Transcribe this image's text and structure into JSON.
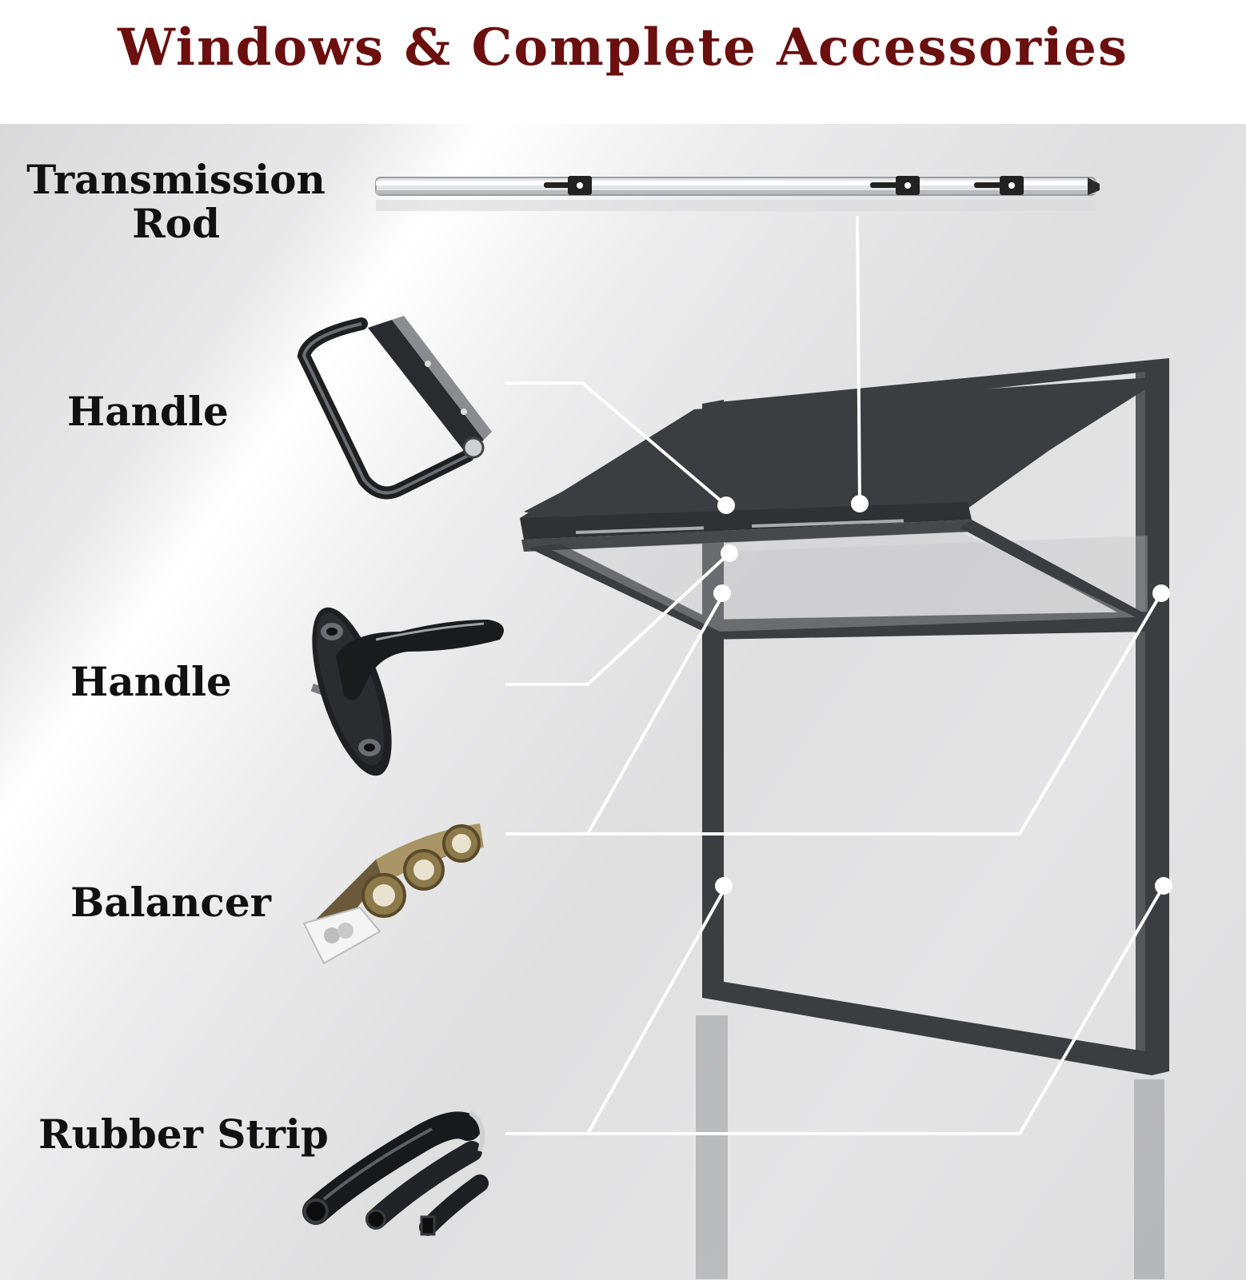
{
  "title": "Windows & Complete Accessories",
  "labels": {
    "transmission_rod_line1": "Transmission",
    "transmission_rod_line2": "Rod",
    "handle_1": "Handle",
    "handle_2": "Handle",
    "balancer": "Balancer",
    "rubber_strip": "Rubber Strip"
  },
  "colors": {
    "title": "#6b0f0f",
    "frame": "#3b3d40",
    "leader_line": "#ffffff"
  },
  "icons": [
    "transmission-rod-image",
    "pull-handle-image",
    "lever-handle-image",
    "balancer-image",
    "rubber-strip-image",
    "window-frame-diagram"
  ]
}
